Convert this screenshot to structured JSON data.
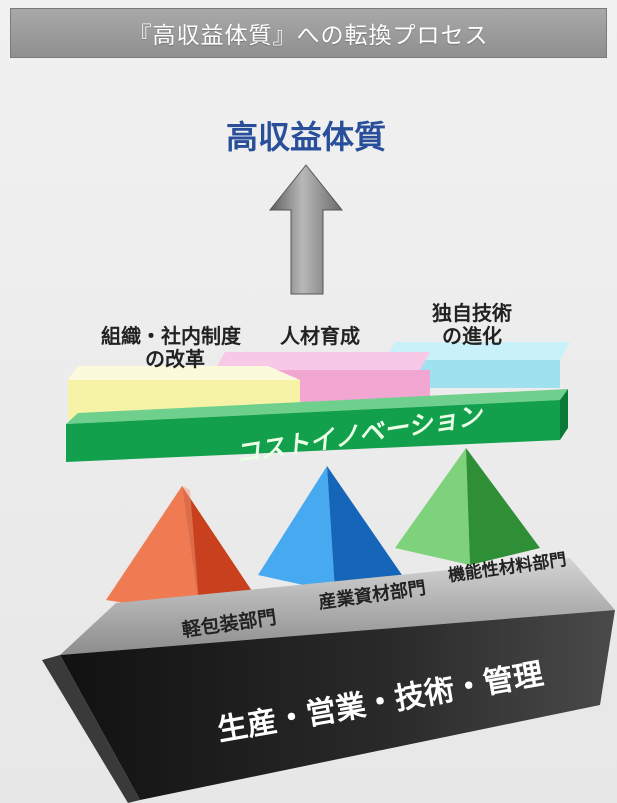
{
  "header": {
    "title": "『高収益体質』への転換プロセス"
  },
  "goal": {
    "label": "高収益体質"
  },
  "pillars": [
    {
      "label_line1": "組織・社内制度",
      "label_line2": "の改革",
      "color": "#f6f3a6"
    },
    {
      "label_line1": "人材育成",
      "color": "#f2a6d2"
    },
    {
      "label_line1": "独自技術",
      "label_line2": "の進化",
      "color": "#9fe1ef"
    }
  ],
  "innovation_bar": {
    "label": "コストイノベーション",
    "color": "#12a04c"
  },
  "divisions": [
    {
      "label": "軽包装部門",
      "color": "#e8542d"
    },
    {
      "label": "産業資材部門",
      "color": "#1e86d8"
    },
    {
      "label": "機能性材料部門",
      "color": "#45b04a"
    }
  ],
  "foundation": {
    "label": "生産・営業・技術・管理"
  }
}
